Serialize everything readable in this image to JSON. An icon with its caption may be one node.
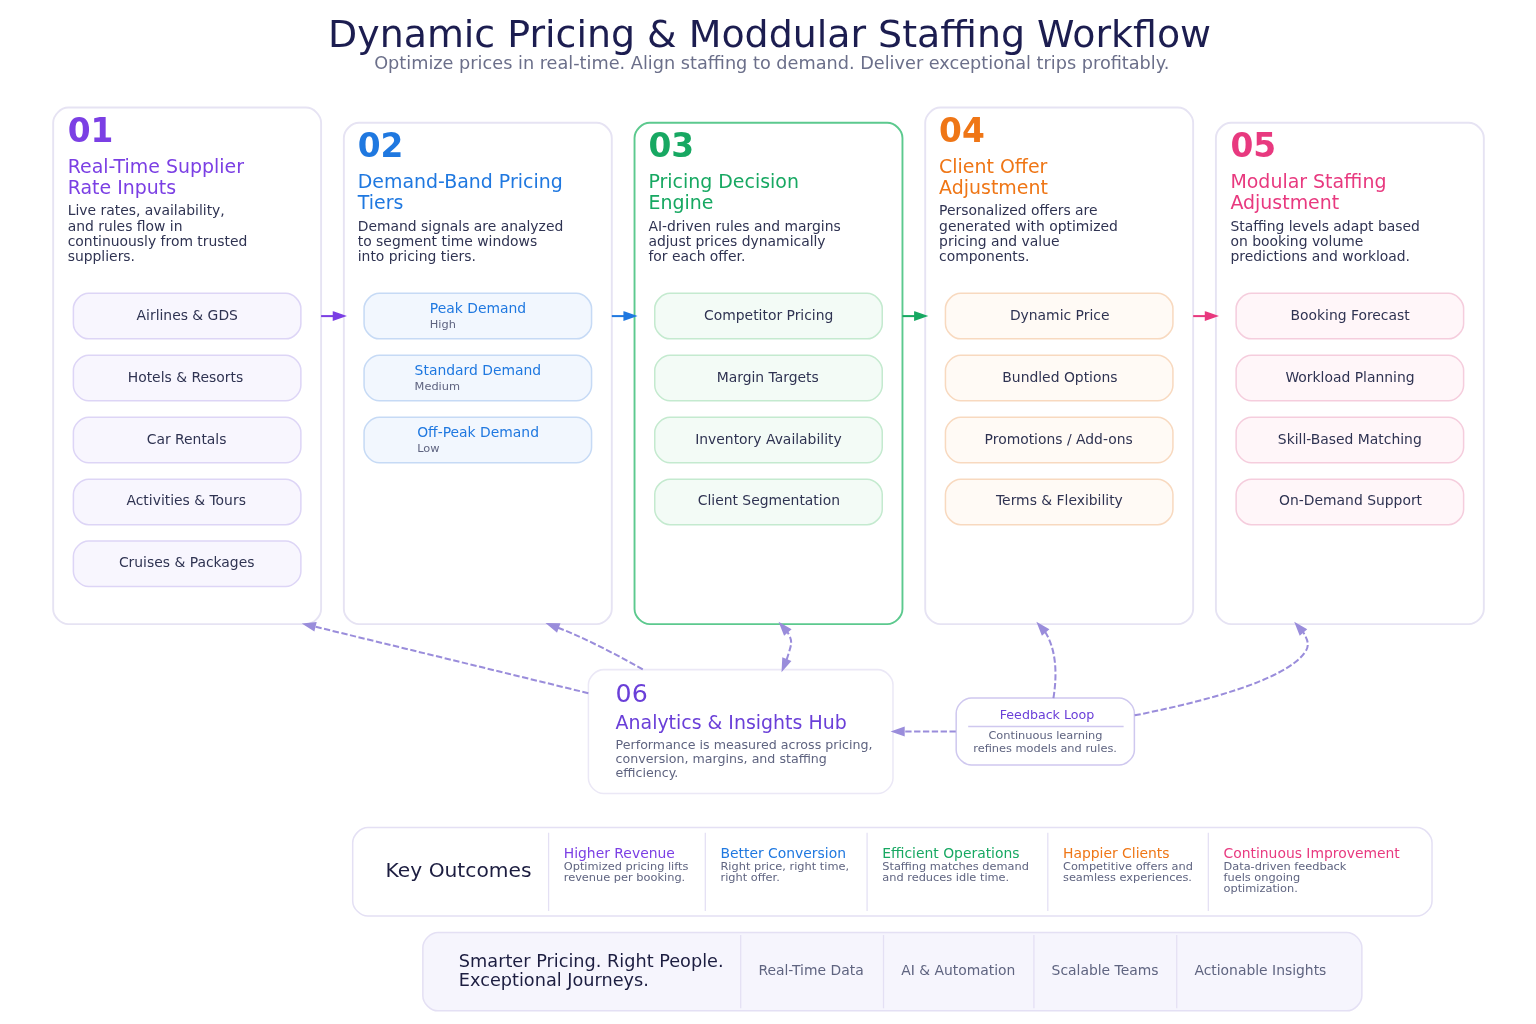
{
  "diagram": {
    "title": "Dynamic Pricing & Moddular Staffing Workflow",
    "caption": "Optimize prices in real-time. Align staffing to demand. Deliver exceptional trips profitably.",
    "nodes": [
      {
        "text": [
          "01",
          "Real-Time Supplier Rate Inputs",
          "Live rates, availability, and rules flow in continuously from trusted suppliers."
        ]
      },
      {
        "text": [
          "Airlines & GDS"
        ],
        "in": 0
      },
      {
        "text": [
          "Hotels & Resorts"
        ],
        "in": 0
      },
      {
        "text": [
          "Car Rentals"
        ],
        "in": 0
      },
      {
        "text": [
          "Activities & Tours"
        ],
        "in": 0
      },
      {
        "text": [
          "Cruises & Packages"
        ],
        "in": 0
      },
      {
        "text": [
          "02",
          "Demand-Band Pricing Tiers",
          "Demand signals are analyzed to segment time windows into pricing tiers."
        ]
      },
      {
        "text": [
          "Peak Demand",
          "High"
        ],
        "in": 6
      },
      {
        "text": [
          "Standard Demand",
          "Medium"
        ],
        "in": 6
      },
      {
        "text": [
          "Off-Peak Demand",
          "Low"
        ],
        "in": 6
      },
      {
        "text": [
          "03",
          "Pricing Decision Engine",
          "AI-driven rules and margins adjust prices dynamically for each offer."
        ]
      },
      {
        "text": [
          "Competitor Pricing"
        ],
        "in": 10
      },
      {
        "text": [
          "Margin Targets"
        ],
        "in": 10
      },
      {
        "text": [
          "Inventory Availability"
        ],
        "in": 10
      },
      {
        "text": [
          "Client Segmentation"
        ],
        "in": 10
      },
      {
        "text": [
          "04",
          "Client Offer Adjustment",
          "Personalized offers are generated with optimized pricing and value components."
        ]
      },
      {
        "text": [
          "Dynamic Price"
        ],
        "in": 15
      },
      {
        "text": [
          "Bundled Options"
        ],
        "in": 15
      },
      {
        "text": [
          "Promotions / Add-ons"
        ],
        "in": 15
      },
      {
        "text": [
          "Terms & Flexibility"
        ],
        "in": 15
      },
      {
        "text": [
          "05",
          "Modular Staffing Adjustment",
          "Staffing levels adapt based on booking volume predictions and workload."
        ]
      },
      {
        "text": [
          "Booking Forecast"
        ],
        "in": 20
      },
      {
        "text": [
          "Workload Planning"
        ],
        "in": 20
      },
      {
        "text": [
          "Skill-Based Matching"
        ],
        "in": 20
      },
      {
        "text": [
          "On-Demand Support"
        ],
        "in": 20
      },
      {
        "text": [
          "06",
          "Analytics & Insights Hub",
          "Performance is measured across pricing, conversion, margins, and staffing efficiency."
        ]
      },
      {
        "text": [
          "Feedback Loop",
          "Continuous learning refines models and rules."
        ]
      },
      {
        "text": [
          "Key Outcomes",
          "Higher Revenue",
          "Optimized pricing lifts revenue per booking.",
          "Better Conversion",
          "Right price, right time, right offer.",
          "Efficient Operations",
          "Staffing matches demand and reduces idle time.",
          "Happier Clients",
          "Competitive offers and seamless experiences.",
          "Continuous Improvement",
          "Data-driven feedback fuels ongoing optimization."
        ]
      },
      {
        "text": [
          "Smarter Pricing. Right People. Exceptional Journeys.",
          "Real-Time Data",
          "AI & Automation",
          "Scalable Teams",
          "Actionable Insights"
        ]
      }
    ],
    "edges": [
      {
        "from": 0,
        "to": 6,
        "arrow": "to",
        "color": "#7b3fe4"
      },
      {
        "from": 6,
        "to": 10,
        "arrow": "to",
        "color": "#1f78e0"
      },
      {
        "from": 10,
        "to": 15,
        "arrow": "to",
        "color": "#17a862"
      },
      {
        "from": 15,
        "to": 20,
        "arrow": "to",
        "color": "#e8397f"
      },
      {
        "from": 25,
        "to": 0,
        "arrow": "to",
        "style": "dashed"
      },
      {
        "from": 25,
        "to": 6,
        "arrow": "to",
        "style": "dashed"
      },
      {
        "from": 25,
        "to": 10,
        "arrow": "both",
        "style": "dashed"
      },
      {
        "from": 26,
        "to": 25,
        "arrow": "to",
        "style": "dashed"
      },
      {
        "from": 26,
        "to": 15,
        "arrow": "to",
        "style": "dashed"
      },
      {
        "from": 26,
        "to": 20,
        "arrow": "to",
        "style": "dashed"
      }
    ]
  }
}
